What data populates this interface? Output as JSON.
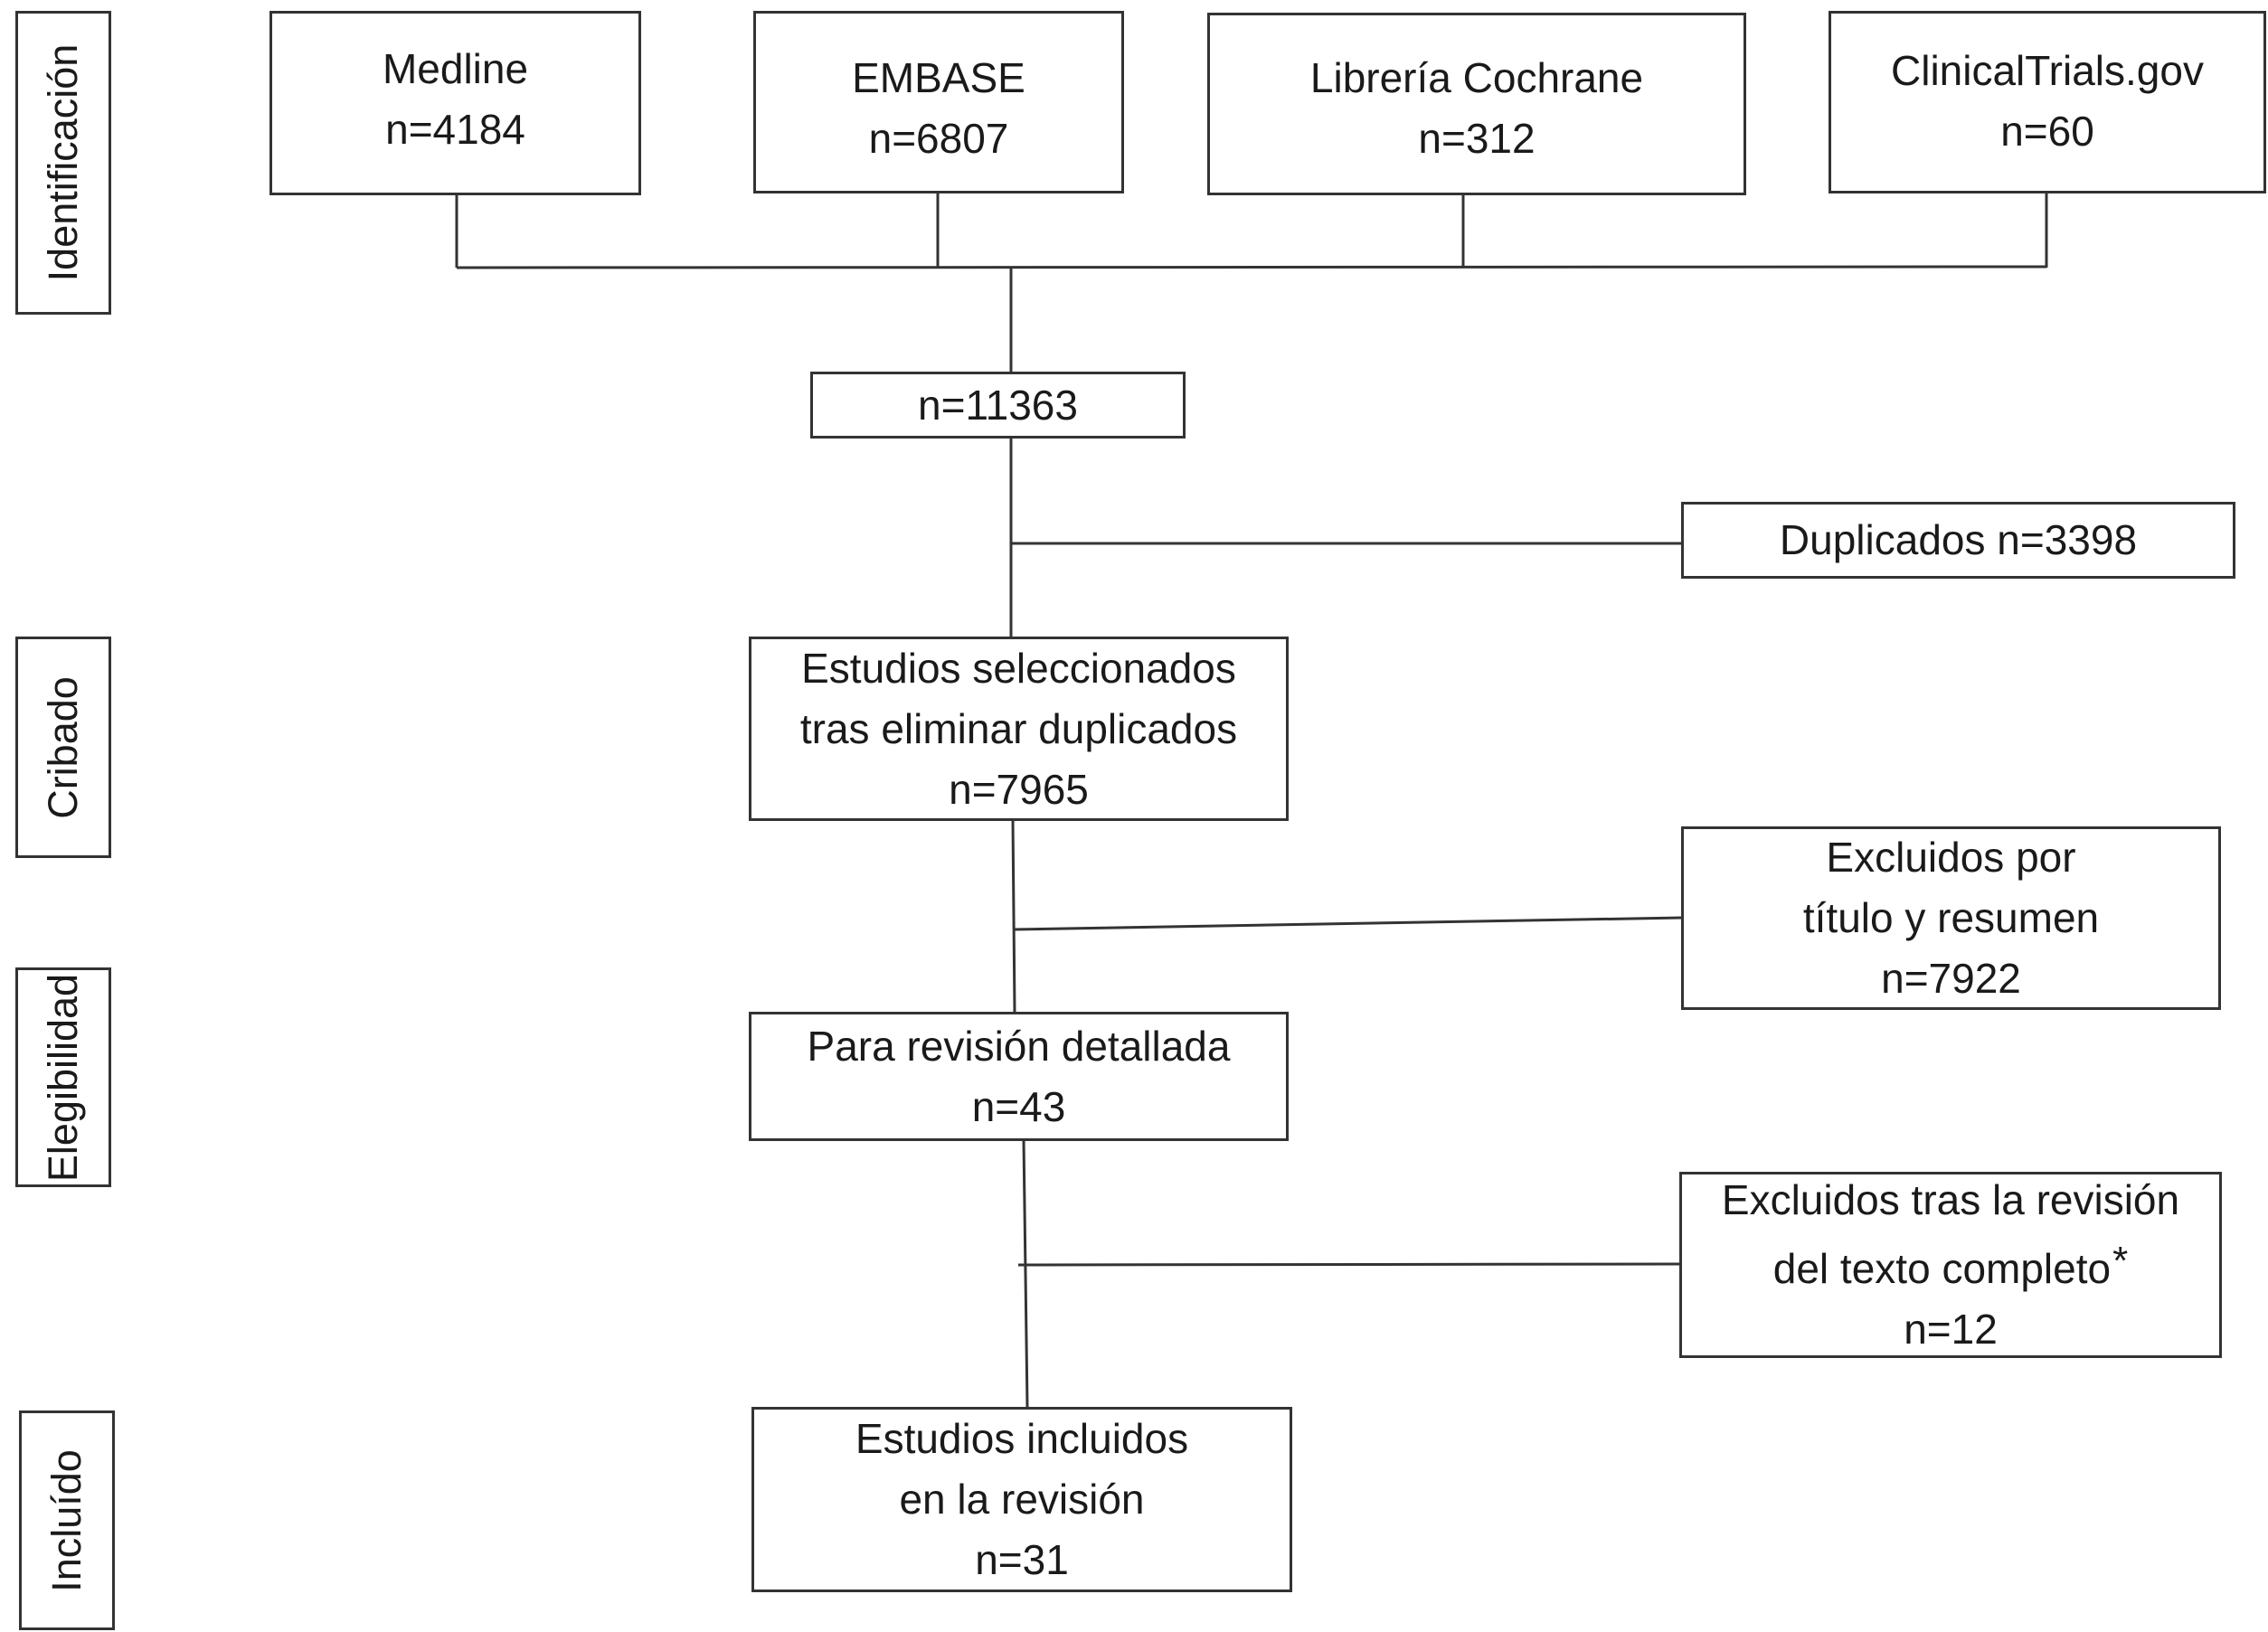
{
  "stages": {
    "identificacion": "Identificación",
    "cribado": "Cribado",
    "elegibilidad": "Elegibilidad",
    "incluido": "Incluído"
  },
  "sources": {
    "medline": {
      "name": "Medline",
      "n": "n=4184"
    },
    "embase": {
      "name": "EMBASE",
      "n": "n=6807"
    },
    "cochrane": {
      "name": "Librería Cochrane",
      "n": "n=312"
    },
    "clinicaltrials": {
      "name": "ClinicalTrials.gov",
      "n": "n=60"
    }
  },
  "total": {
    "n": "n=11363"
  },
  "duplicados": {
    "label": "Duplicados n=3398"
  },
  "seleccionados": {
    "line1": "Estudios seleccionados",
    "line2": "tras eliminar duplicados",
    "n": "n=7965"
  },
  "excluidos_titulo": {
    "line1": "Excluidos por",
    "line2": "título y resumen",
    "n": "n=7922"
  },
  "revision": {
    "line1": "Para revisión detallada",
    "n": "n=43"
  },
  "excluidos_texto": {
    "line1": "Excluidos tras la revisión",
    "line2": "del texto completo",
    "mark": "*",
    "n": "n=12"
  },
  "incluidos": {
    "line1": "Estudios incluidos",
    "line2": "en la revisión",
    "n": "n=31"
  }
}
